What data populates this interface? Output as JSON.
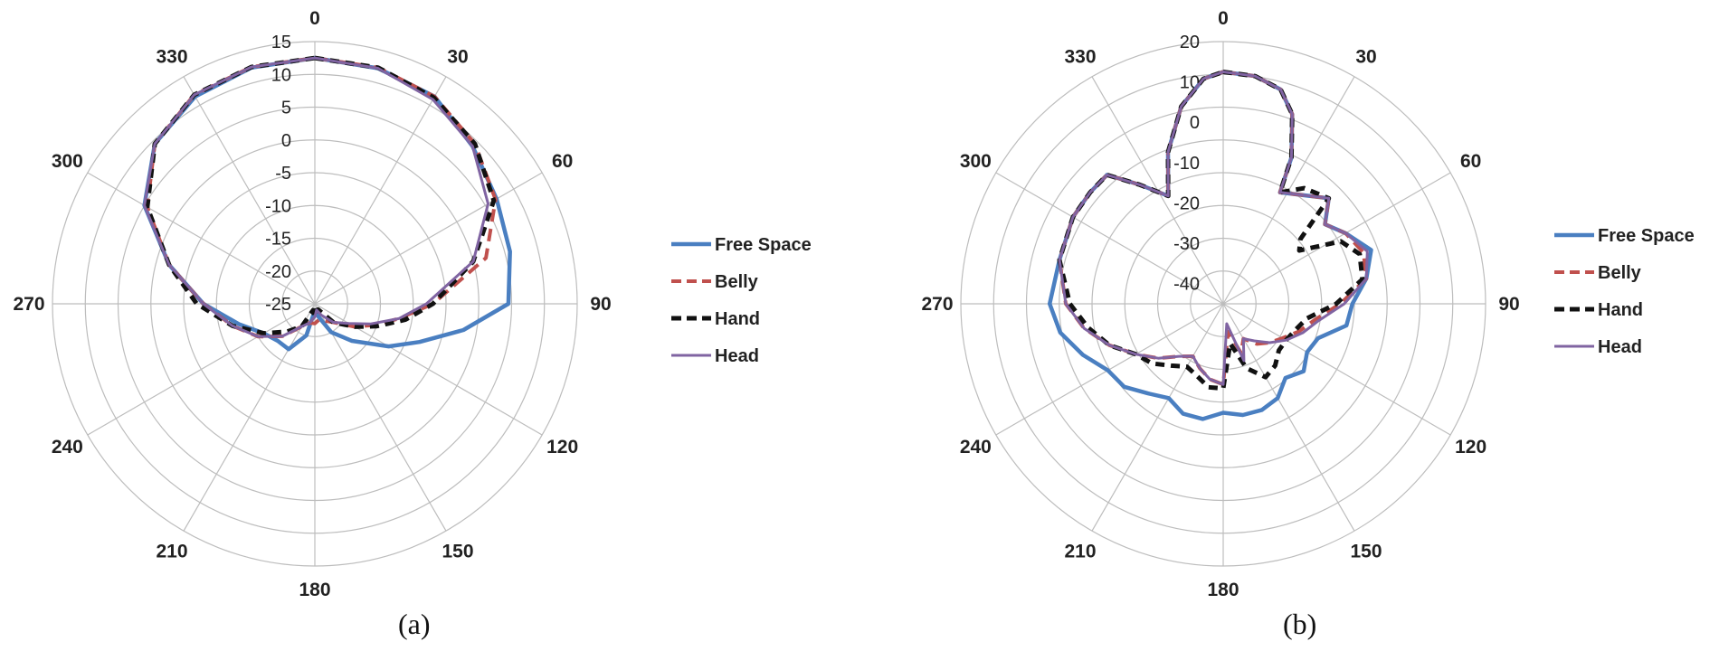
{
  "captions": {
    "a": "(a)",
    "b": "(b)"
  },
  "legend": [
    "Free Space",
    "Belly",
    "Hand",
    "Head"
  ],
  "colors": {
    "Free Space": "#4a7fc1",
    "Belly": "#c0504d",
    "Hand": "#111111",
    "Head": "#8064a2"
  },
  "chart_data": [
    {
      "id": "a",
      "type": "polar",
      "angle_labels": [
        "0",
        "30",
        "60",
        "90",
        "120",
        "150",
        "180",
        "210",
        "240",
        "270",
        "300",
        "330"
      ],
      "radial_ticks": [
        15,
        10,
        5,
        0,
        -5,
        -10,
        -15,
        -20,
        -25
      ],
      "rlim": [
        -25,
        15
      ],
      "angle_unit": "degrees",
      "series": [
        {
          "name": "Free Space",
          "points": [
            [
              0,
              12.5
            ],
            [
              15,
              12.2
            ],
            [
              30,
              11.5
            ],
            [
              45,
              9
            ],
            [
              60,
              7
            ],
            [
              75,
              5.8
            ],
            [
              90,
              4.5
            ],
            [
              100,
              -2
            ],
            [
              110,
              -8
            ],
            [
              120,
              -12
            ],
            [
              135,
              -17
            ],
            [
              150,
              -20
            ],
            [
              165,
              -23
            ],
            [
              180,
              -24
            ],
            [
              195,
              -20
            ],
            [
              210,
              -17
            ],
            [
              225,
              -17
            ],
            [
              240,
              -16
            ],
            [
              255,
              -13
            ],
            [
              270,
              -8
            ],
            [
              285,
              -2
            ],
            [
              300,
              5
            ],
            [
              315,
              9.5
            ],
            [
              330,
              11.5
            ],
            [
              345,
              12.3
            ],
            [
              360,
              12.5
            ]
          ]
        },
        {
          "name": "Belly",
          "points": [
            [
              0,
              12.5
            ],
            [
              15,
              12.3
            ],
            [
              30,
              11.5
            ],
            [
              45,
              9.5
            ],
            [
              60,
              6.8
            ],
            [
              75,
              2
            ],
            [
              90,
              -7
            ],
            [
              100,
              -12
            ],
            [
              110,
              -15.5
            ],
            [
              120,
              -18
            ],
            [
              135,
              -21
            ],
            [
              150,
              -22
            ],
            [
              165,
              -22.5
            ],
            [
              180,
              -22
            ],
            [
              195,
              -22
            ],
            [
              210,
              -21
            ],
            [
              225,
              -18
            ],
            [
              240,
              -15
            ],
            [
              255,
              -12
            ],
            [
              270,
              -8
            ],
            [
              285,
              -2
            ],
            [
              300,
              4.5
            ],
            [
              315,
              9.5
            ],
            [
              330,
              11.8
            ],
            [
              345,
              12.4
            ],
            [
              360,
              12.5
            ]
          ]
        },
        {
          "name": "Hand",
          "points": [
            [
              0,
              12.5
            ],
            [
              15,
              12.3
            ],
            [
              30,
              11.3
            ],
            [
              45,
              9.5
            ],
            [
              60,
              6.5
            ],
            [
              75,
              0
            ],
            [
              90,
              -7
            ],
            [
              100,
              -11
            ],
            [
              110,
              -15
            ],
            [
              120,
              -18
            ],
            [
              135,
              -21
            ],
            [
              150,
              -24
            ],
            [
              165,
              -24
            ],
            [
              180,
              -23
            ],
            [
              195,
              -24
            ],
            [
              210,
              -21
            ],
            [
              225,
              -19
            ],
            [
              240,
              -16
            ],
            [
              255,
              -12
            ],
            [
              270,
              -7
            ],
            [
              285,
              -2
            ],
            [
              300,
              4.5
            ],
            [
              315,
              9.5
            ],
            [
              330,
              11.8
            ],
            [
              345,
              12.4
            ],
            [
              360,
              12.5
            ]
          ]
        },
        {
          "name": "Head",
          "points": [
            [
              0,
              12.5
            ],
            [
              15,
              12.2
            ],
            [
              30,
              11
            ],
            [
              45,
              9
            ],
            [
              60,
              5.5
            ],
            [
              75,
              0
            ],
            [
              90,
              -8
            ],
            [
              100,
              -12
            ],
            [
              110,
              -16
            ],
            [
              120,
              -19
            ],
            [
              135,
              -21
            ],
            [
              150,
              -23
            ],
            [
              165,
              -24
            ],
            [
              180,
              -23
            ],
            [
              195,
              -22
            ],
            [
              210,
              -21
            ],
            [
              225,
              -18
            ],
            [
              240,
              -15
            ],
            [
              255,
              -12
            ],
            [
              270,
              -8
            ],
            [
              285,
              -2
            ],
            [
              300,
              5
            ],
            [
              315,
              9.5
            ],
            [
              330,
              11.8
            ],
            [
              345,
              12.4
            ],
            [
              360,
              12.5
            ]
          ]
        }
      ]
    },
    {
      "id": "b",
      "type": "polar",
      "angle_labels": [
        "0",
        "30",
        "60",
        "90",
        "120",
        "150",
        "180",
        "210",
        "240",
        "270",
        "300",
        "330"
      ],
      "radial_ticks": [
        20,
        10,
        0,
        -10,
        -20,
        -30,
        -40
      ],
      "rlim": [
        -45,
        20
      ],
      "angle_unit": "degrees",
      "series": [
        {
          "name": "Free Space",
          "points": [
            [
              0,
              12.5
            ],
            [
              8,
              12
            ],
            [
              15,
              10
            ],
            [
              20,
              5
            ],
            [
              25,
              -5
            ],
            [
              27,
              -14
            ],
            [
              35,
              -12
            ],
            [
              45,
              -8
            ],
            [
              52,
              -13
            ],
            [
              60,
              -10
            ],
            [
              70,
              -6
            ],
            [
              80,
              -9
            ],
            [
              90,
              -13
            ],
            [
              100,
              -14
            ],
            [
              110,
              -20
            ],
            [
              120,
              -21
            ],
            [
              130,
              -19
            ],
            [
              140,
              -21
            ],
            [
              150,
              -18
            ],
            [
              160,
              -17
            ],
            [
              170,
              -17
            ],
            [
              180,
              -18
            ],
            [
              190,
              -16
            ],
            [
              200,
              -16
            ],
            [
              210,
              -18
            ],
            [
              220,
              -16
            ],
            [
              230,
              -13
            ],
            [
              240,
              -12
            ],
            [
              250,
              -8
            ],
            [
              260,
              -4
            ],
            [
              270,
              -2
            ],
            [
              285,
              -3
            ],
            [
              300,
              -2
            ],
            [
              310,
              -2
            ],
            [
              318,
              -2
            ],
            [
              325,
              -9
            ],
            [
              333,
              -15
            ],
            [
              340,
              -5
            ],
            [
              348,
              5
            ],
            [
              355,
              11
            ],
            [
              360,
              12.5
            ]
          ]
        },
        {
          "name": "Belly",
          "points": [
            [
              0,
              12.5
            ],
            [
              8,
              12
            ],
            [
              15,
              10
            ],
            [
              20,
              5
            ],
            [
              25,
              -5
            ],
            [
              27,
              -14
            ],
            [
              35,
              -12
            ],
            [
              45,
              -8
            ],
            [
              52,
              -13
            ],
            [
              60,
              -10
            ],
            [
              70,
              -8
            ],
            [
              80,
              -9
            ],
            [
              90,
              -16
            ],
            [
              100,
              -22
            ],
            [
              110,
              -25
            ],
            [
              120,
              -28
            ],
            [
              130,
              -30
            ],
            [
              140,
              -32
            ],
            [
              150,
              -35
            ],
            [
              160,
              -32
            ],
            [
              170,
              -38
            ],
            [
              180,
              -25
            ],
            [
              190,
              -26
            ],
            [
              200,
              -28
            ],
            [
              210,
              -30
            ],
            [
              220,
              -28
            ],
            [
              230,
              -24
            ],
            [
              240,
              -20
            ],
            [
              250,
              -15
            ],
            [
              260,
              -10
            ],
            [
              270,
              -6
            ],
            [
              285,
              -3
            ],
            [
              300,
              -2
            ],
            [
              310,
              -2
            ],
            [
              318,
              -2
            ],
            [
              325,
              -9
            ],
            [
              333,
              -15
            ],
            [
              340,
              -5
            ],
            [
              348,
              5
            ],
            [
              355,
              11
            ],
            [
              360,
              12.5
            ]
          ]
        },
        {
          "name": "Hand",
          "points": [
            [
              0,
              12.5
            ],
            [
              8,
              12
            ],
            [
              15,
              10
            ],
            [
              20,
              5
            ],
            [
              25,
              -5
            ],
            [
              27,
              -14
            ],
            [
              35,
              -10
            ],
            [
              45,
              -8
            ],
            [
              50,
              -20
            ],
            [
              55,
              -22
            ],
            [
              62,
              -12
            ],
            [
              70,
              -9
            ],
            [
              80,
              -10
            ],
            [
              90,
              -17
            ],
            [
              100,
              -24
            ],
            [
              110,
              -26
            ],
            [
              120,
              -27
            ],
            [
              130,
              -27
            ],
            [
              140,
              -25
            ],
            [
              150,
              -24
            ],
            [
              160,
              -28
            ],
            [
              170,
              -35
            ],
            [
              180,
              -24
            ],
            [
              190,
              -24
            ],
            [
              200,
              -26
            ],
            [
              210,
              -27
            ],
            [
              220,
              -25
            ],
            [
              230,
              -22
            ],
            [
              240,
              -20
            ],
            [
              250,
              -15
            ],
            [
              260,
              -11
            ],
            [
              270,
              -7
            ],
            [
              285,
              -3
            ],
            [
              300,
              -2
            ],
            [
              310,
              -2
            ],
            [
              318,
              -2
            ],
            [
              325,
              -9
            ],
            [
              333,
              -15
            ],
            [
              340,
              -5
            ],
            [
              348,
              5
            ],
            [
              355,
              11
            ],
            [
              360,
              12.5
            ]
          ]
        },
        {
          "name": "Head",
          "points": [
            [
              0,
              12.5
            ],
            [
              8,
              12
            ],
            [
              15,
              10
            ],
            [
              20,
              5
            ],
            [
              25,
              -5
            ],
            [
              27,
              -14
            ],
            [
              35,
              -12
            ],
            [
              45,
              -8
            ],
            [
              52,
              -13
            ],
            [
              60,
              -10
            ],
            [
              70,
              -7
            ],
            [
              80,
              -9
            ],
            [
              90,
              -15
            ],
            [
              100,
              -21
            ],
            [
              110,
              -24
            ],
            [
              120,
              -27
            ],
            [
              130,
              -30
            ],
            [
              140,
              -33
            ],
            [
              150,
              -35
            ],
            [
              160,
              -30
            ],
            [
              170,
              -40
            ],
            [
              180,
              -25
            ],
            [
              190,
              -26
            ],
            [
              200,
              -28
            ],
            [
              210,
              -30
            ],
            [
              220,
              -28
            ],
            [
              230,
              -24
            ],
            [
              240,
              -20
            ],
            [
              250,
              -15
            ],
            [
              260,
              -10
            ],
            [
              270,
              -6
            ],
            [
              285,
              -3
            ],
            [
              300,
              -2
            ],
            [
              310,
              -2
            ],
            [
              318,
              -2
            ],
            [
              325,
              -9
            ],
            [
              333,
              -15
            ],
            [
              340,
              -5
            ],
            [
              348,
              5
            ],
            [
              355,
              11
            ],
            [
              360,
              12.5
            ]
          ]
        }
      ]
    }
  ]
}
